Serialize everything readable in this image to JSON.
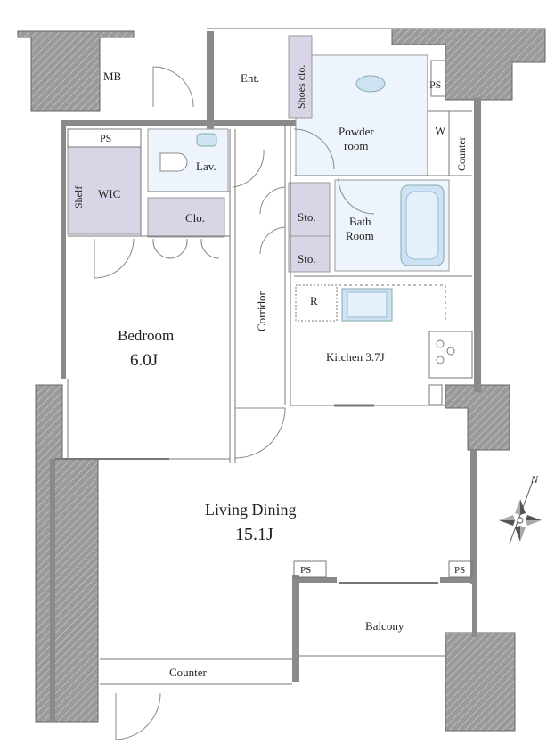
{
  "rooms": {
    "mb": "MB",
    "ent": "Ent.",
    "shoes": "Shoes clo.",
    "ps_top": "PS",
    "ps_wic": "PS",
    "powder_line1": "Powder",
    "powder_line2": "room",
    "w": "W",
    "counter_side": "Counter",
    "lav": "Lav.",
    "wic": "WIC",
    "shelf": "Shelf",
    "clo": "Clo.",
    "sto1": "Sto.",
    "sto2": "Sto.",
    "bath_line1": "Bath",
    "bath_line2": "Room",
    "r": "R",
    "kitchen": "Kitchen 3.7J",
    "corridor": "Corridor",
    "bedroom": "Bedroom",
    "bedroom_size": "6.0J",
    "living": "Living Dining",
    "living_size": "15.1J",
    "ps_left": "PS",
    "ps_right": "PS",
    "balcony": "Balcony",
    "counter_bottom": "Counter"
  },
  "compass": {
    "north": "N"
  },
  "colors": {
    "wall": "#8a8a8a",
    "wet_area": "#eef4fb",
    "storage": "#d9d5e6",
    "bath": "#cde3f5",
    "line": "#777777"
  }
}
